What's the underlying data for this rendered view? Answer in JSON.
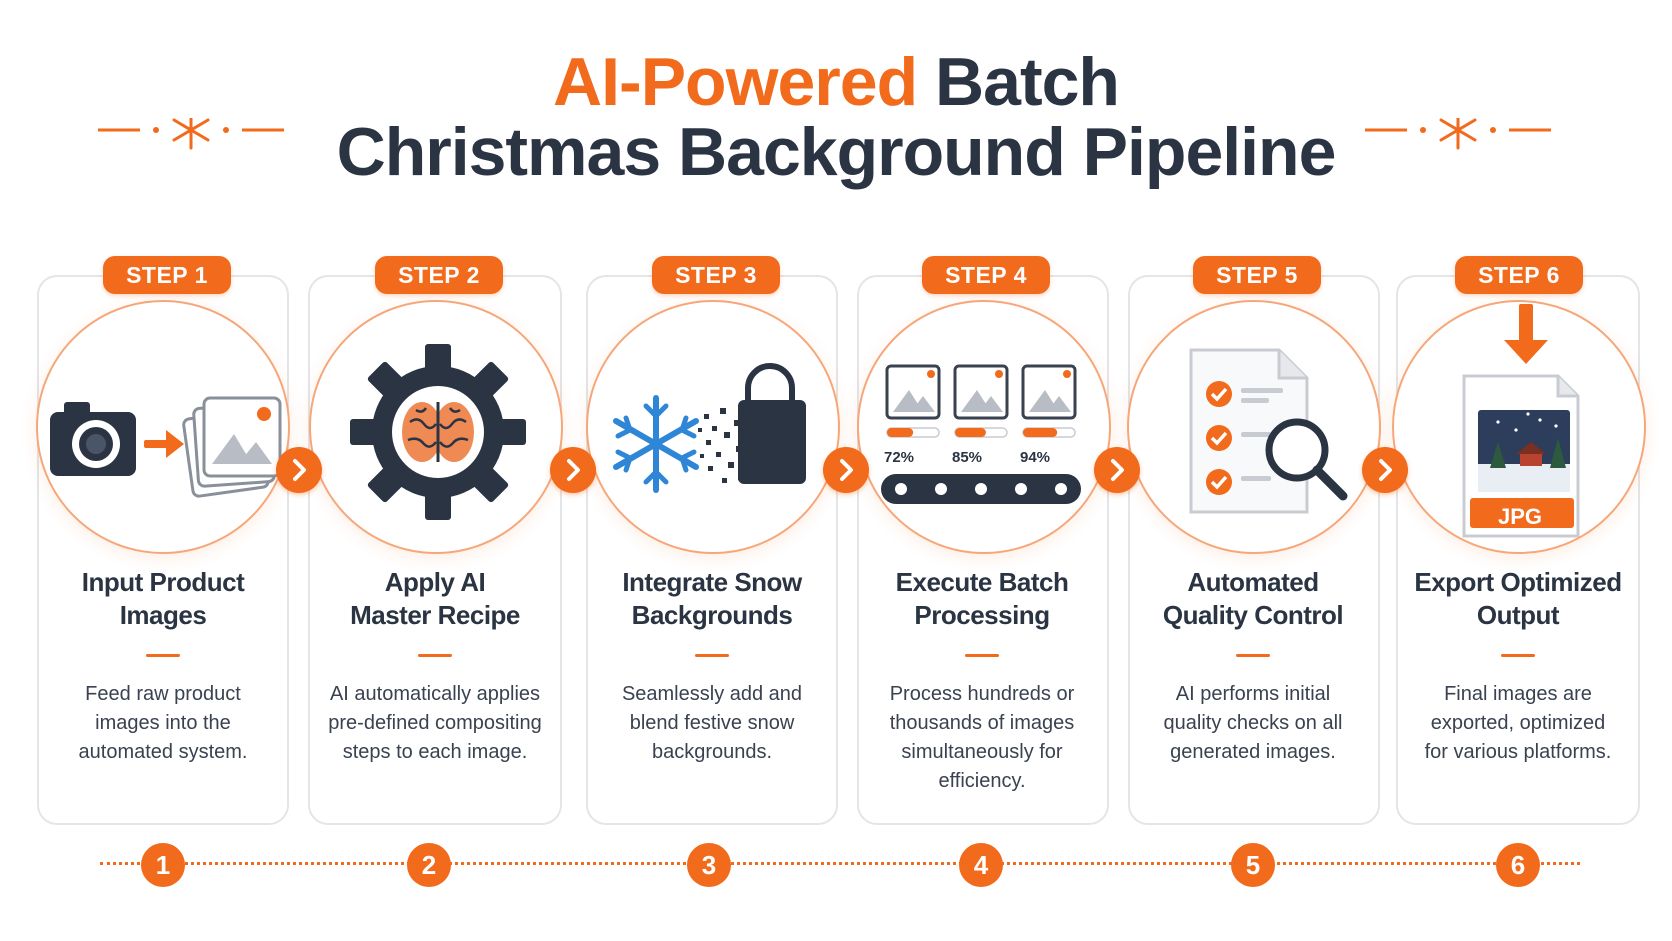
{
  "title": {
    "line1_accent": "AI-Powered",
    "line1_rest": " Batch",
    "line2": "Christmas Background Pipeline"
  },
  "colors": {
    "accent": "#f26a1b",
    "dark": "#2b3442",
    "snow_blue": "#2f86d6"
  },
  "steps": [
    {
      "badge": "STEP 1",
      "title_lines": [
        "Input Product",
        "Images"
      ],
      "desc_lines": [
        "Feed raw product",
        "images into the",
        "automated system."
      ],
      "number": "1",
      "icons": [
        "camera-icon",
        "arrow-right-icon",
        "image-stack-icon"
      ]
    },
    {
      "badge": "STEP 2",
      "title_lines": [
        "Apply AI",
        "Master Recipe"
      ],
      "desc_lines": [
        "AI automatically applies",
        "pre-defined compositing",
        "steps to each image."
      ],
      "number": "2",
      "icons": [
        "gear-brain-icon"
      ]
    },
    {
      "badge": "STEP 3",
      "title_lines": [
        "Integrate Snow",
        "Backgrounds"
      ],
      "desc_lines": [
        "Seamlessly add and",
        "blend festive snow",
        "backgrounds."
      ],
      "number": "3",
      "icons": [
        "snowflake-icon",
        "shopping-bag-icon"
      ]
    },
    {
      "badge": "STEP 4",
      "title_lines": [
        "Execute Batch",
        "Processing"
      ],
      "desc_lines": [
        "Process hundreds or",
        "thousands of images",
        "simultaneously for",
        "efficiency."
      ],
      "number": "4",
      "icons": [
        "image-frame-icon",
        "progress-bar-icon",
        "conveyor-belt-icon"
      ],
      "progress": [
        {
          "label": "72%",
          "value": 0.72
        },
        {
          "label": "85%",
          "value": 0.85
        },
        {
          "label": "94%",
          "value": 0.94
        }
      ]
    },
    {
      "badge": "STEP 5",
      "title_lines": [
        "Automated",
        "Quality Control"
      ],
      "desc_lines": [
        "AI performs initial",
        "quality checks on all",
        "generated images."
      ],
      "number": "5",
      "icons": [
        "checklist-document-icon",
        "magnifier-icon"
      ]
    },
    {
      "badge": "STEP 6",
      "title_lines": [
        "Export Optimized",
        "Output"
      ],
      "desc_lines": [
        "Final images are",
        "exported, optimized",
        "for various platforms."
      ],
      "number": "6",
      "icons": [
        "download-arrow-icon",
        "jpg-file-icon"
      ],
      "file_label": "JPG"
    }
  ]
}
